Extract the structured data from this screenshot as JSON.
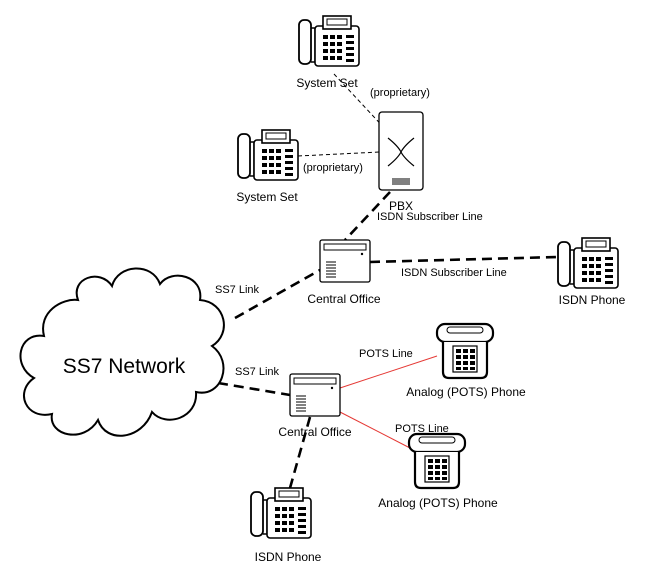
{
  "cloud": {
    "label": "SS7 Network"
  },
  "nodes": {
    "system_set_top": "System Set",
    "system_set_left": "System Set",
    "pbx": "PBX",
    "co_top": "Central Office",
    "co_bottom": "Central Office",
    "isdn_phone_right": "ISDN Phone",
    "isdn_phone_bottom": "ISDN Phone",
    "analog_phone_top": "Analog (POTS) Phone",
    "analog_phone_bottom": "Analog (POTS) Phone"
  },
  "links": {
    "proprietary_top": "(proprietary)",
    "proprietary_left": "(proprietary)",
    "pbx_co": "ISDN Subscriber Line",
    "co_isdn": "ISDN Subscriber Line",
    "ss7_top": "SS7 Link",
    "ss7_bottom": "SS7 Link",
    "pots_top": "POTS Line",
    "pots_bottom": "POTS Line"
  },
  "colors": {
    "pots_line": "#e53935",
    "line": "#000000"
  }
}
